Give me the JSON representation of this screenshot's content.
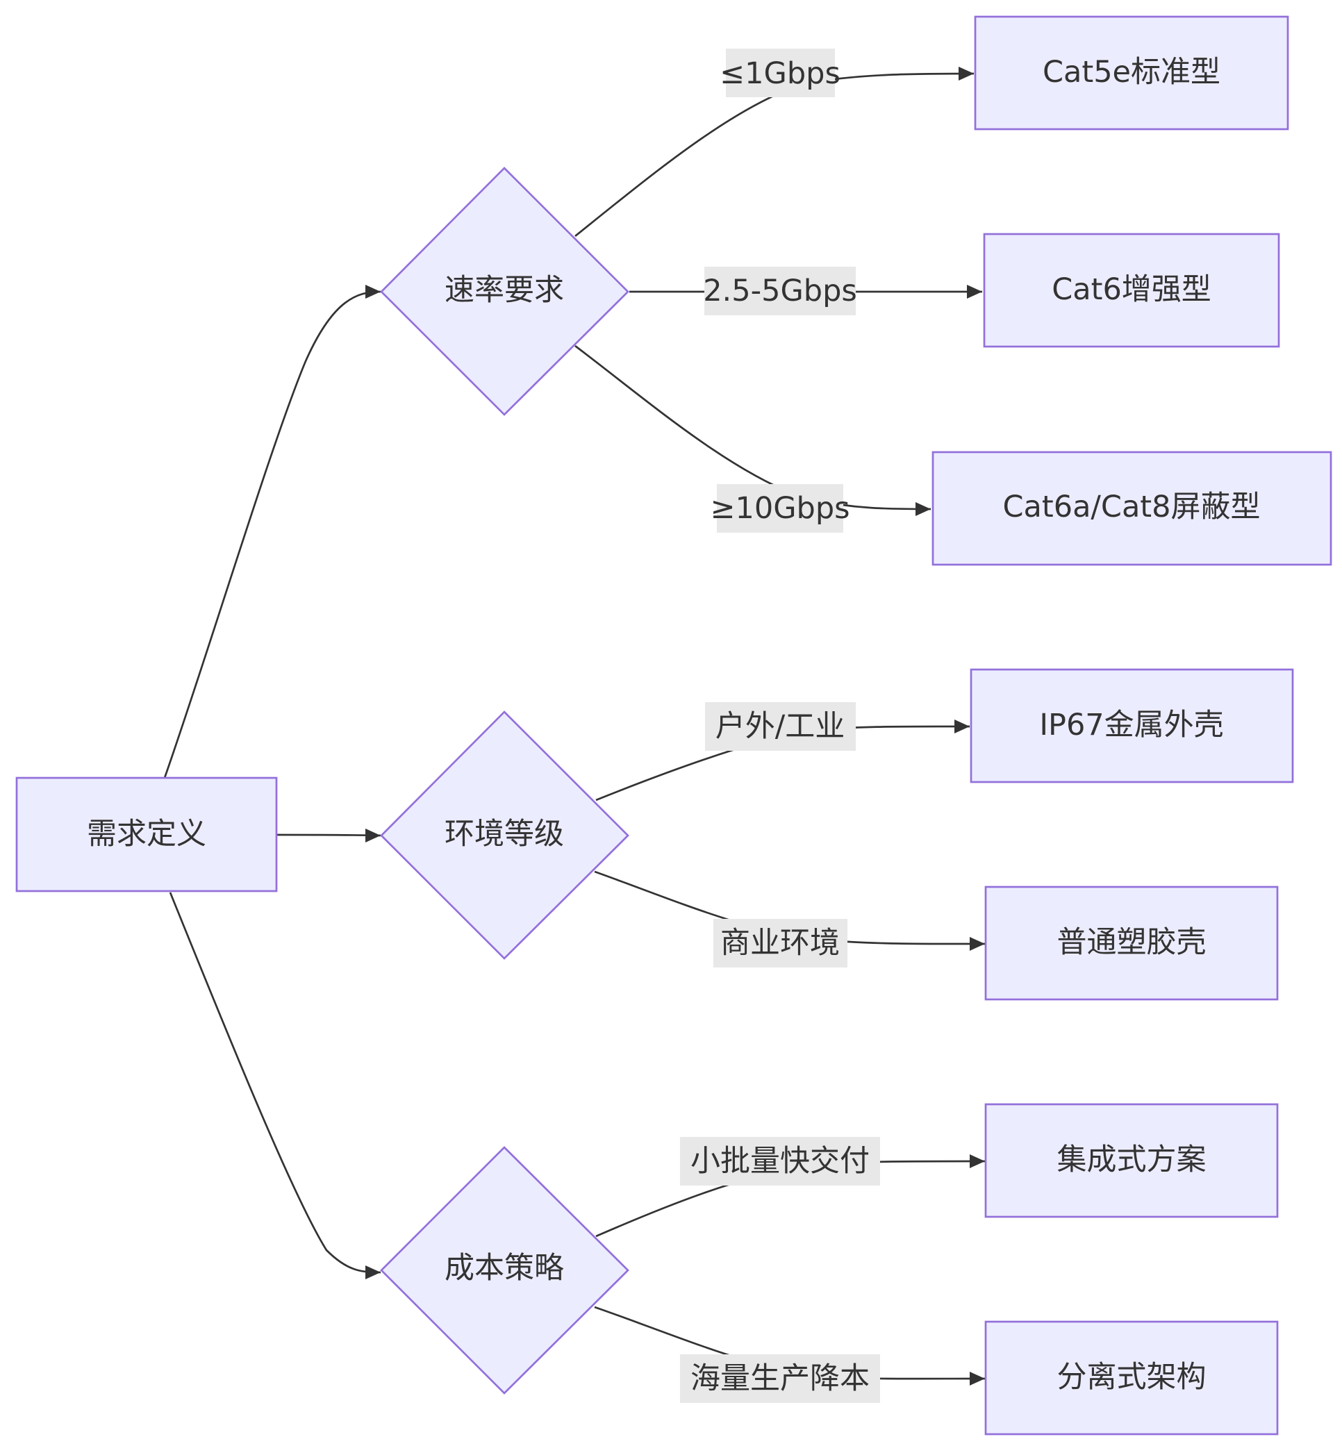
{
  "nodes": {
    "requirements": "需求定义",
    "speed": "速率要求",
    "environment": "环境等级",
    "cost": "成本策略",
    "cat5e": "Cat5e标准型",
    "cat6": "Cat6增强型",
    "cat6a": "Cat6a/Cat8屏蔽型",
    "ip67": "IP67金属外壳",
    "plastic": "普通塑胶壳",
    "integrated": "集成式方案",
    "discrete": "分离式架构"
  },
  "edges": {
    "le1g": "≤1Gbps",
    "mid": "2.5-5Gbps",
    "ge10g": "≥10Gbps",
    "outdoor": "户外/工业",
    "commercial": "商业环境",
    "small_batch": "小批量快交付",
    "mass": "海量生产降本"
  },
  "colors": {
    "node_fill": "#ececff",
    "node_stroke": "#9370db",
    "edge": "#333333",
    "label_bg": "#e8e8e8"
  }
}
